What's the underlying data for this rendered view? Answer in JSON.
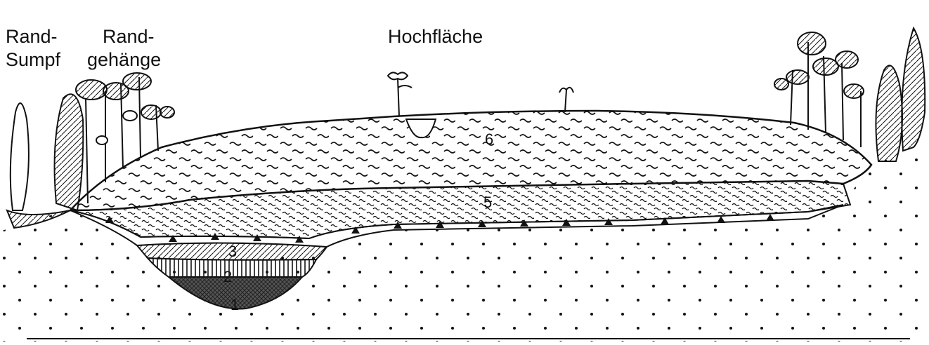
{
  "labels": {
    "rand_sumpf_line1": "Rand-",
    "rand_sumpf_line2": "Sumpf",
    "rand_gehaenge_line1": "Rand-",
    "rand_gehaenge_line2": "gehänge",
    "hochflaeche": "Hochfläche"
  },
  "layers": {
    "l1": "1",
    "l2": "2",
    "l3": "3",
    "l5": "5",
    "l6": "6"
  },
  "colors": {
    "ink": "#111111",
    "paper": "#ffffff"
  }
}
